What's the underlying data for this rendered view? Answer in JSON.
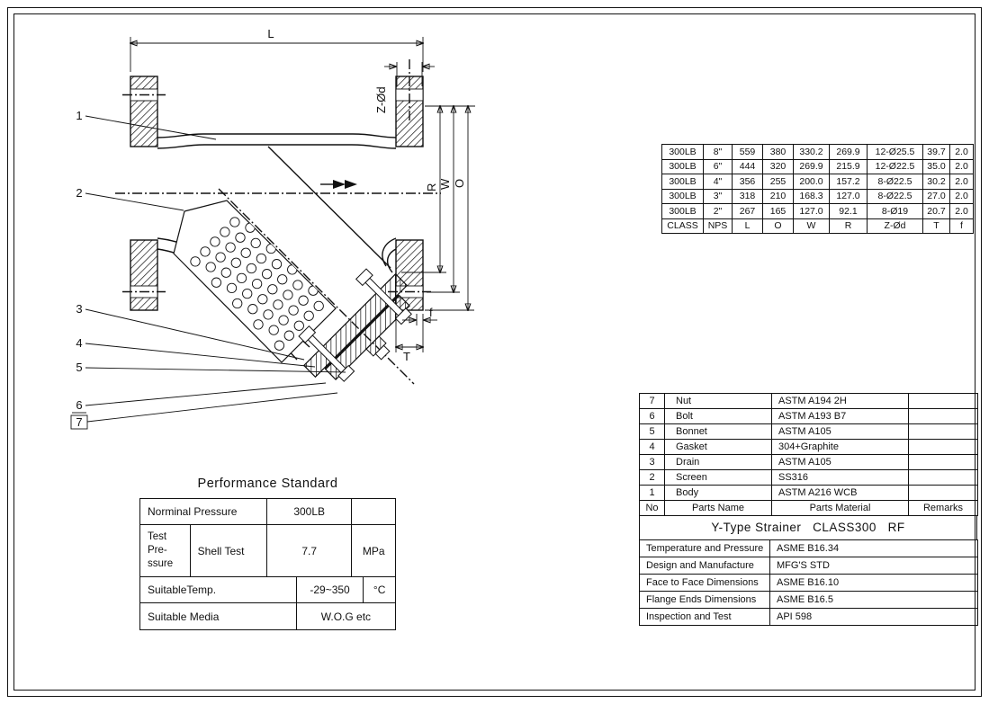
{
  "drawing": {
    "labels": {
      "L": "L",
      "Z_od": "Z-Ød",
      "R": "R",
      "W": "W",
      "O": "O",
      "T": "T",
      "f": "f"
    },
    "callouts": [
      "1",
      "2",
      "3",
      "4",
      "5",
      "6",
      "7"
    ]
  },
  "dim_table": {
    "rows": [
      [
        "300LB",
        "8\"",
        "559",
        "380",
        "330.2",
        "269.9",
        "12-Ø25.5",
        "39.7",
        "2.0"
      ],
      [
        "300LB",
        "6\"",
        "444",
        "320",
        "269.9",
        "215.9",
        "12-Ø22.5",
        "35.0",
        "2.0"
      ],
      [
        "300LB",
        "4\"",
        "356",
        "255",
        "200.0",
        "157.2",
        "8-Ø22.5",
        "30.2",
        "2.0"
      ],
      [
        "300LB",
        "3\"",
        "318",
        "210",
        "168.3",
        "127.0",
        "8-Ø22.5",
        "27.0",
        "2.0"
      ],
      [
        "300LB",
        "2\"",
        "267",
        "165",
        "127.0",
        "92.1",
        "8-Ø19",
        "20.7",
        "2.0"
      ],
      [
        "CLASS",
        "NPS",
        "L",
        "O",
        "W",
        "R",
        "Z-Ød",
        "T",
        "f"
      ]
    ]
  },
  "parts_table": {
    "rows": [
      [
        "7",
        "Nut",
        "ASTM A194 2H",
        ""
      ],
      [
        "6",
        "Bolt",
        "ASTM A193 B7",
        ""
      ],
      [
        "5",
        "Bonnet",
        "ASTM A105",
        ""
      ],
      [
        "4",
        "Gasket",
        "304+Graphite",
        ""
      ],
      [
        "3",
        "Drain",
        "ASTM A105",
        ""
      ],
      [
        "2",
        "Screen",
        "SS316",
        ""
      ],
      [
        "1",
        "Body",
        "ASTM A216 WCB",
        ""
      ],
      [
        "No",
        "Parts Name",
        "Parts Material",
        "Remarks"
      ]
    ],
    "title": "Y-Type Strainer   CLASS300   RF",
    "specs": [
      [
        "Temperature and Pressure",
        "ASME B16.34"
      ],
      [
        "Design and Manufacture",
        "MFG'S STD"
      ],
      [
        "Face to Face Dimensions",
        "ASME B16.10"
      ],
      [
        "Flange Ends Dimensions",
        "ASME B16.5"
      ],
      [
        "Inspection and Test",
        "API 598"
      ]
    ]
  },
  "performance": {
    "title": "Performance Standard",
    "rows": {
      "nominal_label": "Norminal Pressure",
      "nominal_value": "300LB",
      "test_label": "Test\nPre-\nssure",
      "shell_label": "Shell Test",
      "shell_value": "7.7",
      "shell_unit": "MPa",
      "temp_label": "SuitableTemp.",
      "temp_value": "-29~350",
      "temp_unit": "°C",
      "media_label": "Suitable Media",
      "media_value": "W.O.G etc"
    }
  }
}
